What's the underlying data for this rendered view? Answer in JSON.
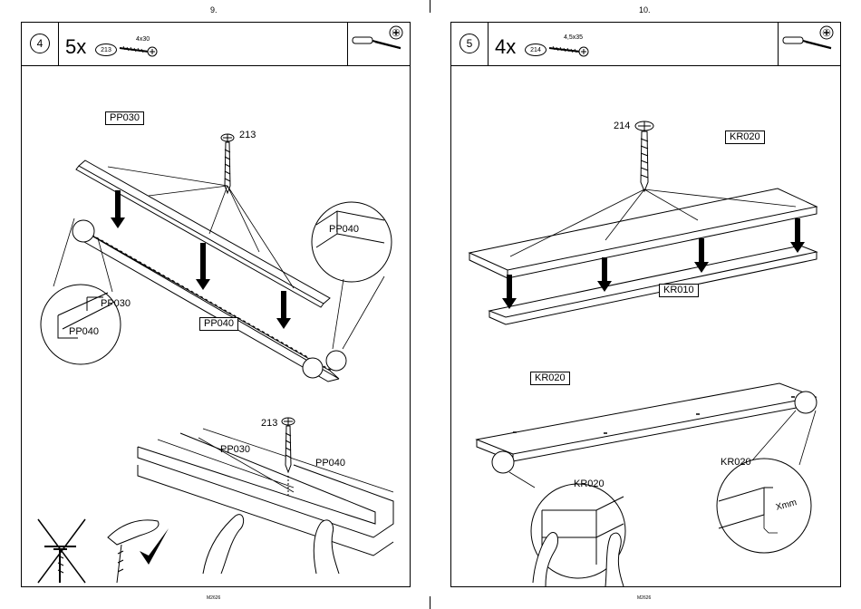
{
  "pages": [
    {
      "page_number": "9.",
      "step": "4",
      "quantity": "5x",
      "part_ref": "213",
      "screw_size": "4x30",
      "labels": {
        "top_panel": "PP030",
        "screw": "213",
        "detail_right": "PP040",
        "detail_left_top": "PP030",
        "detail_left_bottom": "PP040",
        "lower_panel": "PP040",
        "bottom_screw": "213",
        "bottom_top": "PP030",
        "bottom_bottom": "PP040"
      },
      "footer": "M2626"
    },
    {
      "page_number": "10.",
      "step": "5",
      "quantity": "4x",
      "part_ref": "214",
      "screw_size": "4,5x35",
      "labels": {
        "screw": "214",
        "top_board": "KR020",
        "bottom_board": "KR010",
        "lower_board": "KR020",
        "detail_left": "KR020",
        "detail_right": "KR020",
        "measure": "Xmm"
      },
      "footer": "M2626"
    }
  ],
  "icons": {
    "tool": "screwdriver-icon",
    "fastener": "phillips-head-icon",
    "wrong": "cross-out-icon",
    "correct": "checkmark-icon"
  }
}
